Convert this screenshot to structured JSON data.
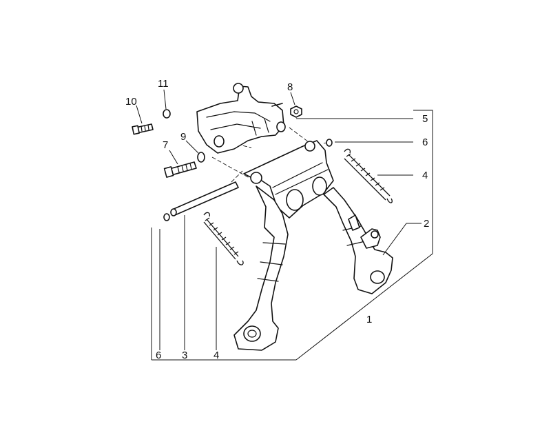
{
  "callouts": {
    "c1": "1",
    "c2": "2",
    "c3": "3",
    "c4_left": "4",
    "c4_right": "4",
    "c5": "5",
    "c6_left": "6",
    "c6_right": "6",
    "c7": "7",
    "c8": "8",
    "c9": "9",
    "c10": "10",
    "c11": "11"
  },
  "colors": {
    "line": "#111111",
    "background": "#ffffff"
  }
}
